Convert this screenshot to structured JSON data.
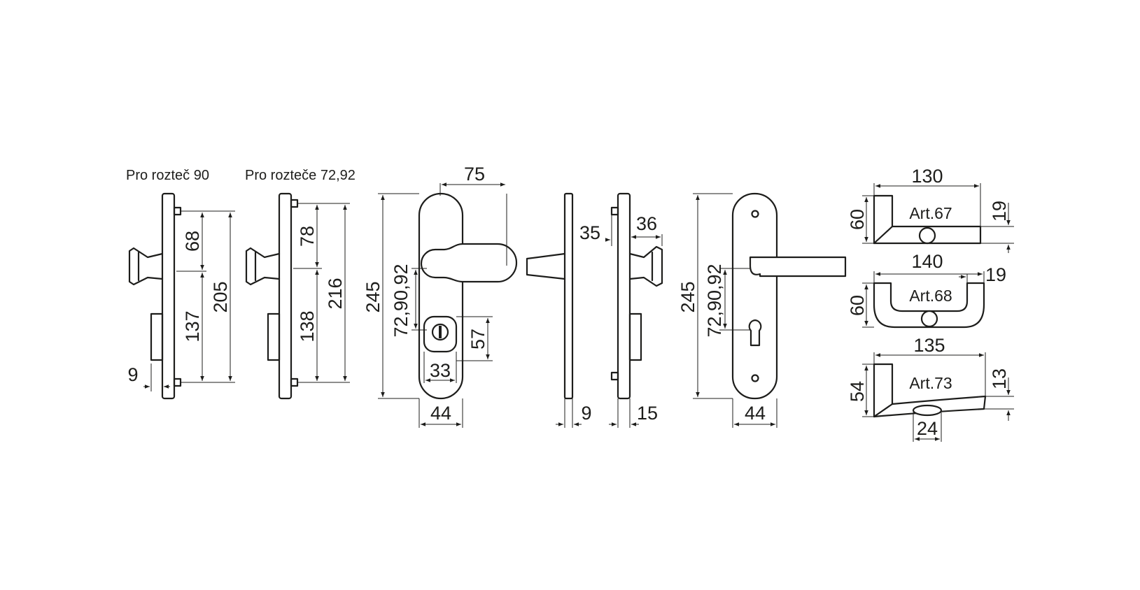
{
  "labels": {
    "pitch_90": "Pro rozteč 90",
    "pitch_72_92": "Pro rozteče 72,92"
  },
  "dimensions": {
    "d68": "68",
    "d137": "137",
    "d205": "205",
    "d9a": "9",
    "d78": "78",
    "d138": "138",
    "d216": "216",
    "d75": "75",
    "d245a": "245",
    "d729092a": "72,90,92",
    "d57": "57",
    "d33": "33",
    "d44a": "44",
    "d9b": "9",
    "d35": "35",
    "d36": "36",
    "d15": "15",
    "d245b": "245",
    "d729092b": "72,90,92",
    "d44b": "44",
    "d130": "130",
    "d60a": "60",
    "d19a": "19",
    "d140": "140",
    "d19b": "19",
    "d60b": "60",
    "d135": "135",
    "d54": "54",
    "d13": "13",
    "d24": "24"
  },
  "articles": {
    "art67": "Art.67",
    "art68": "Art.68",
    "art73": "Art.73"
  }
}
